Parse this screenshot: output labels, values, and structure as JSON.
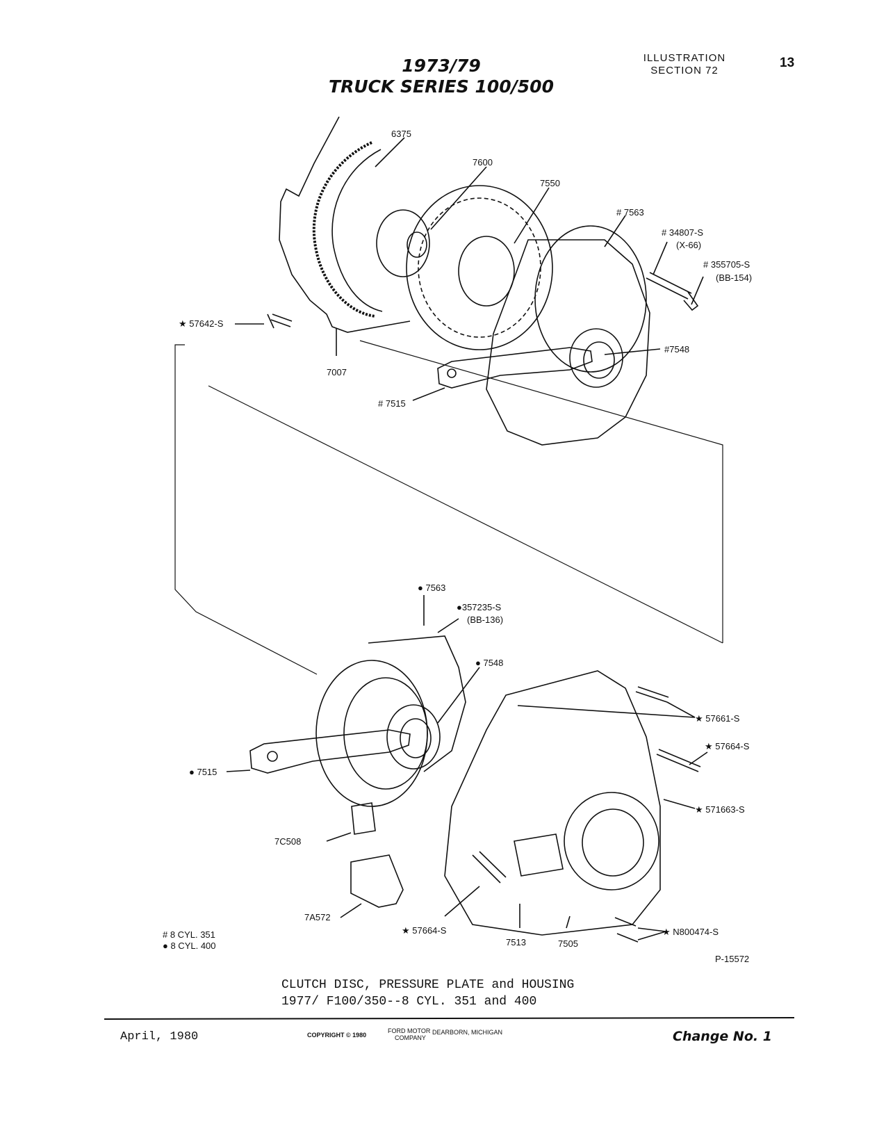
{
  "header": {
    "title_line1": "1973/79",
    "title_line2": "TRUCK SERIES 100/500",
    "illustration": "ILLUSTRATION",
    "section": "SECTION 72",
    "page_number": "13"
  },
  "labels": {
    "p6375": "6375",
    "p7600": "7600",
    "p7550": "7550",
    "p7563_top": "# 7563",
    "p34807_a": "# 34807-S",
    "p34807_b": "(X-66)",
    "p355705_a": "# 355705-S",
    "p355705_b": "(BB-154)",
    "p57642": "★ 57642-S",
    "p7007": "7007",
    "p7548_top": "#7548",
    "p7515_top": "# 7515",
    "p7563_bot": "● 7563",
    "p357235_a": "●357235-S",
    "p357235_b": "(BB-136)",
    "p7548_bot": "● 7548",
    "p57661": "★ 57661-S",
    "p57664_r": "★ 57664-S",
    "p7515_bot": "● 7515",
    "p571663": "★ 571663-S",
    "p7C508": "7C508",
    "p7A572": "7A572",
    "p57664_b": "★ 57664-S",
    "p7513": "7513",
    "p7505": "7505",
    "pN800474": "★ N800474-S",
    "ref": "P-15572"
  },
  "legend": {
    "line1": "# 8 CYL. 351",
    "line2": "● 8 CYL. 400"
  },
  "caption": {
    "line1": "CLUTCH DISC, PRESSURE PLATE and HOUSING",
    "line2": "1977/   F100/350--8 CYL.  351 and  400"
  },
  "footer": {
    "date": "April, 1980",
    "copyright": "COPYRIGHT © 1980",
    "company_a": "FORD MOTOR",
    "company_b": "COMPANY",
    "location": "DEARBORN, MICHIGAN",
    "change": "Change No. 1"
  }
}
